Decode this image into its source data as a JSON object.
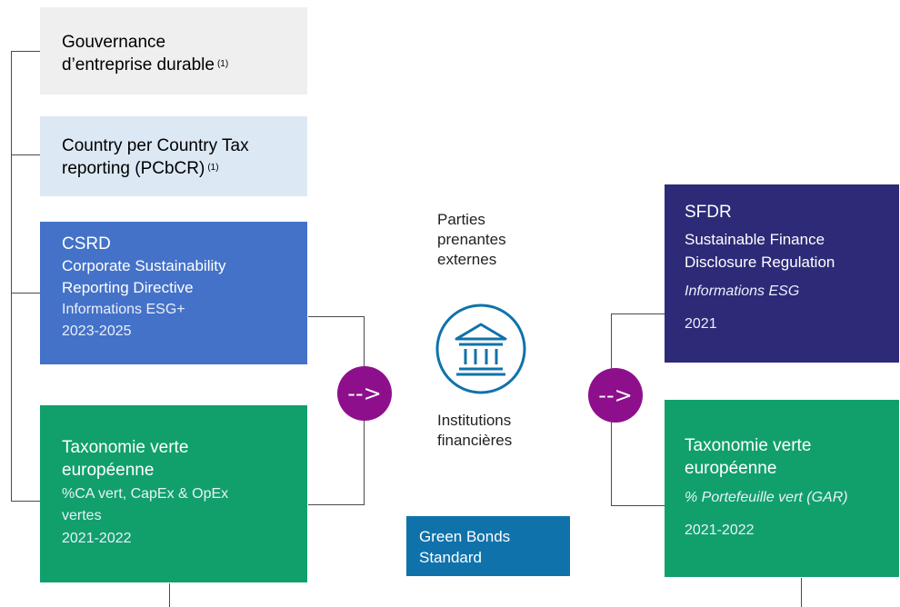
{
  "left": {
    "gouvernance": {
      "title": "Gouvernance",
      "title2": "d’entreprise durable",
      "note": "(1)"
    },
    "pcbcr": {
      "title": "Country per Country Tax",
      "title2": "reporting  (PCbCR)",
      "note": "(1)"
    },
    "csrd": {
      "acronym": "CSRD",
      "name1": "Corporate Sustainability",
      "name2": "Reporting Directive",
      "info": "Informations ESG+",
      "period": "2023-2025"
    },
    "taxo": {
      "title1": "Taxonomie verte",
      "title2": "européenne",
      "info1": "%CA vert, CapEx & OpEx",
      "info2": "vertes",
      "period": "2021-2022"
    }
  },
  "center": {
    "stakeholders": [
      "Parties",
      "prenantes",
      "externes"
    ],
    "institutions": [
      "Institutions",
      "financières"
    ],
    "green_bonds": [
      "Green Bonds",
      "Standard"
    ],
    "arrow_glyph": "-->"
  },
  "right": {
    "sfdr": {
      "acronym": "SFDR",
      "name1": "Sustainable Finance",
      "name2": "Disclosure Regulation",
      "info": "Informations ESG",
      "year": "2021"
    },
    "taxo": {
      "title1": "Taxonomie verte",
      "title2": "européenne",
      "info": "% Portefeuille vert (GAR)",
      "period": "2021-2022"
    }
  },
  "colors": {
    "gray_box": "#efefef",
    "lightblue_box": "#dde8f5",
    "blue_box": "#4472c8",
    "green_box": "#11a06c",
    "navy_box": "#2d2a78",
    "teal_box": "#1072ab",
    "purple_circle": "#8e0f8c"
  },
  "icons": {
    "institution": "bank-building-icon",
    "arrow": "arrow-right-icon"
  }
}
